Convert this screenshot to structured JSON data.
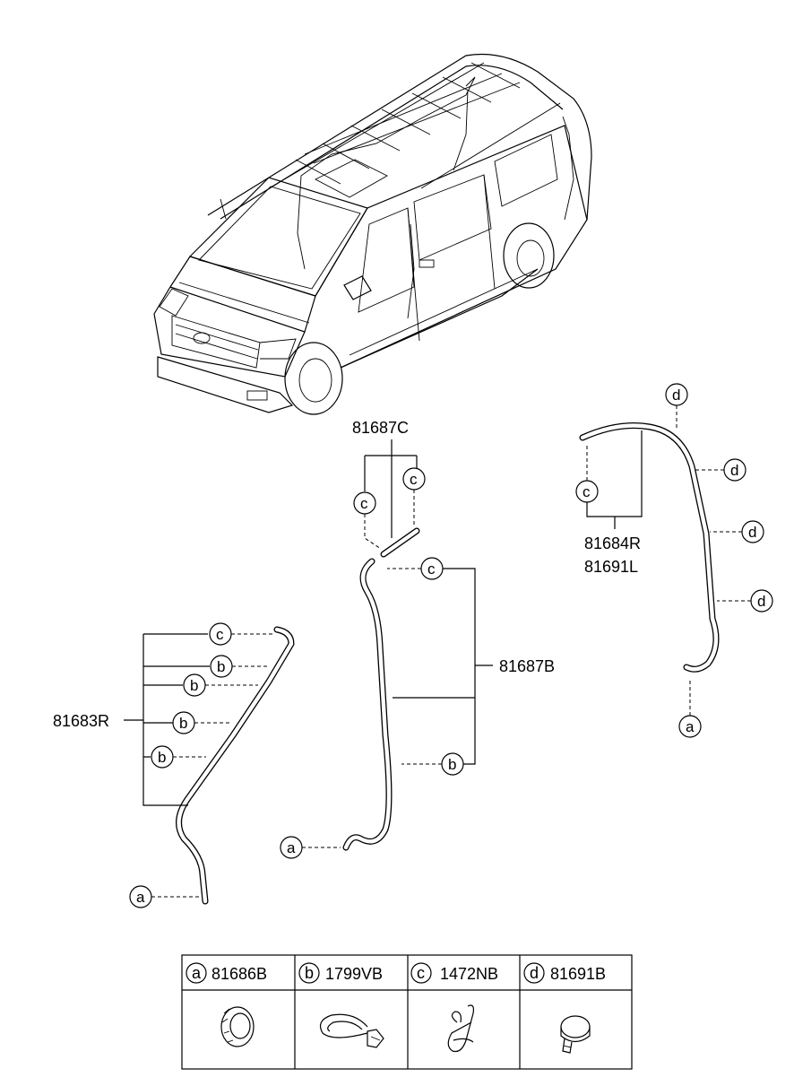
{
  "diagram": {
    "labels": {
      "p81687C": "81687C",
      "p81687B": "81687B",
      "p81684R": "81684R",
      "p81691L": "81691L",
      "p81683R": "81683R"
    },
    "callouts": {
      "a": "a",
      "b": "b",
      "c": "c",
      "d": "d"
    }
  },
  "legend_table": {
    "columns": [
      {
        "letter": "a",
        "part_number": "81686B",
        "icon": "grommet-icon"
      },
      {
        "letter": "b",
        "part_number": "1799VB",
        "icon": "hose-clip-icon"
      },
      {
        "letter": "c",
        "part_number": "1472NB",
        "icon": "wire-clip-icon"
      },
      {
        "letter": "d",
        "part_number": "81691B",
        "icon": "band-clamp-icon"
      }
    ]
  }
}
